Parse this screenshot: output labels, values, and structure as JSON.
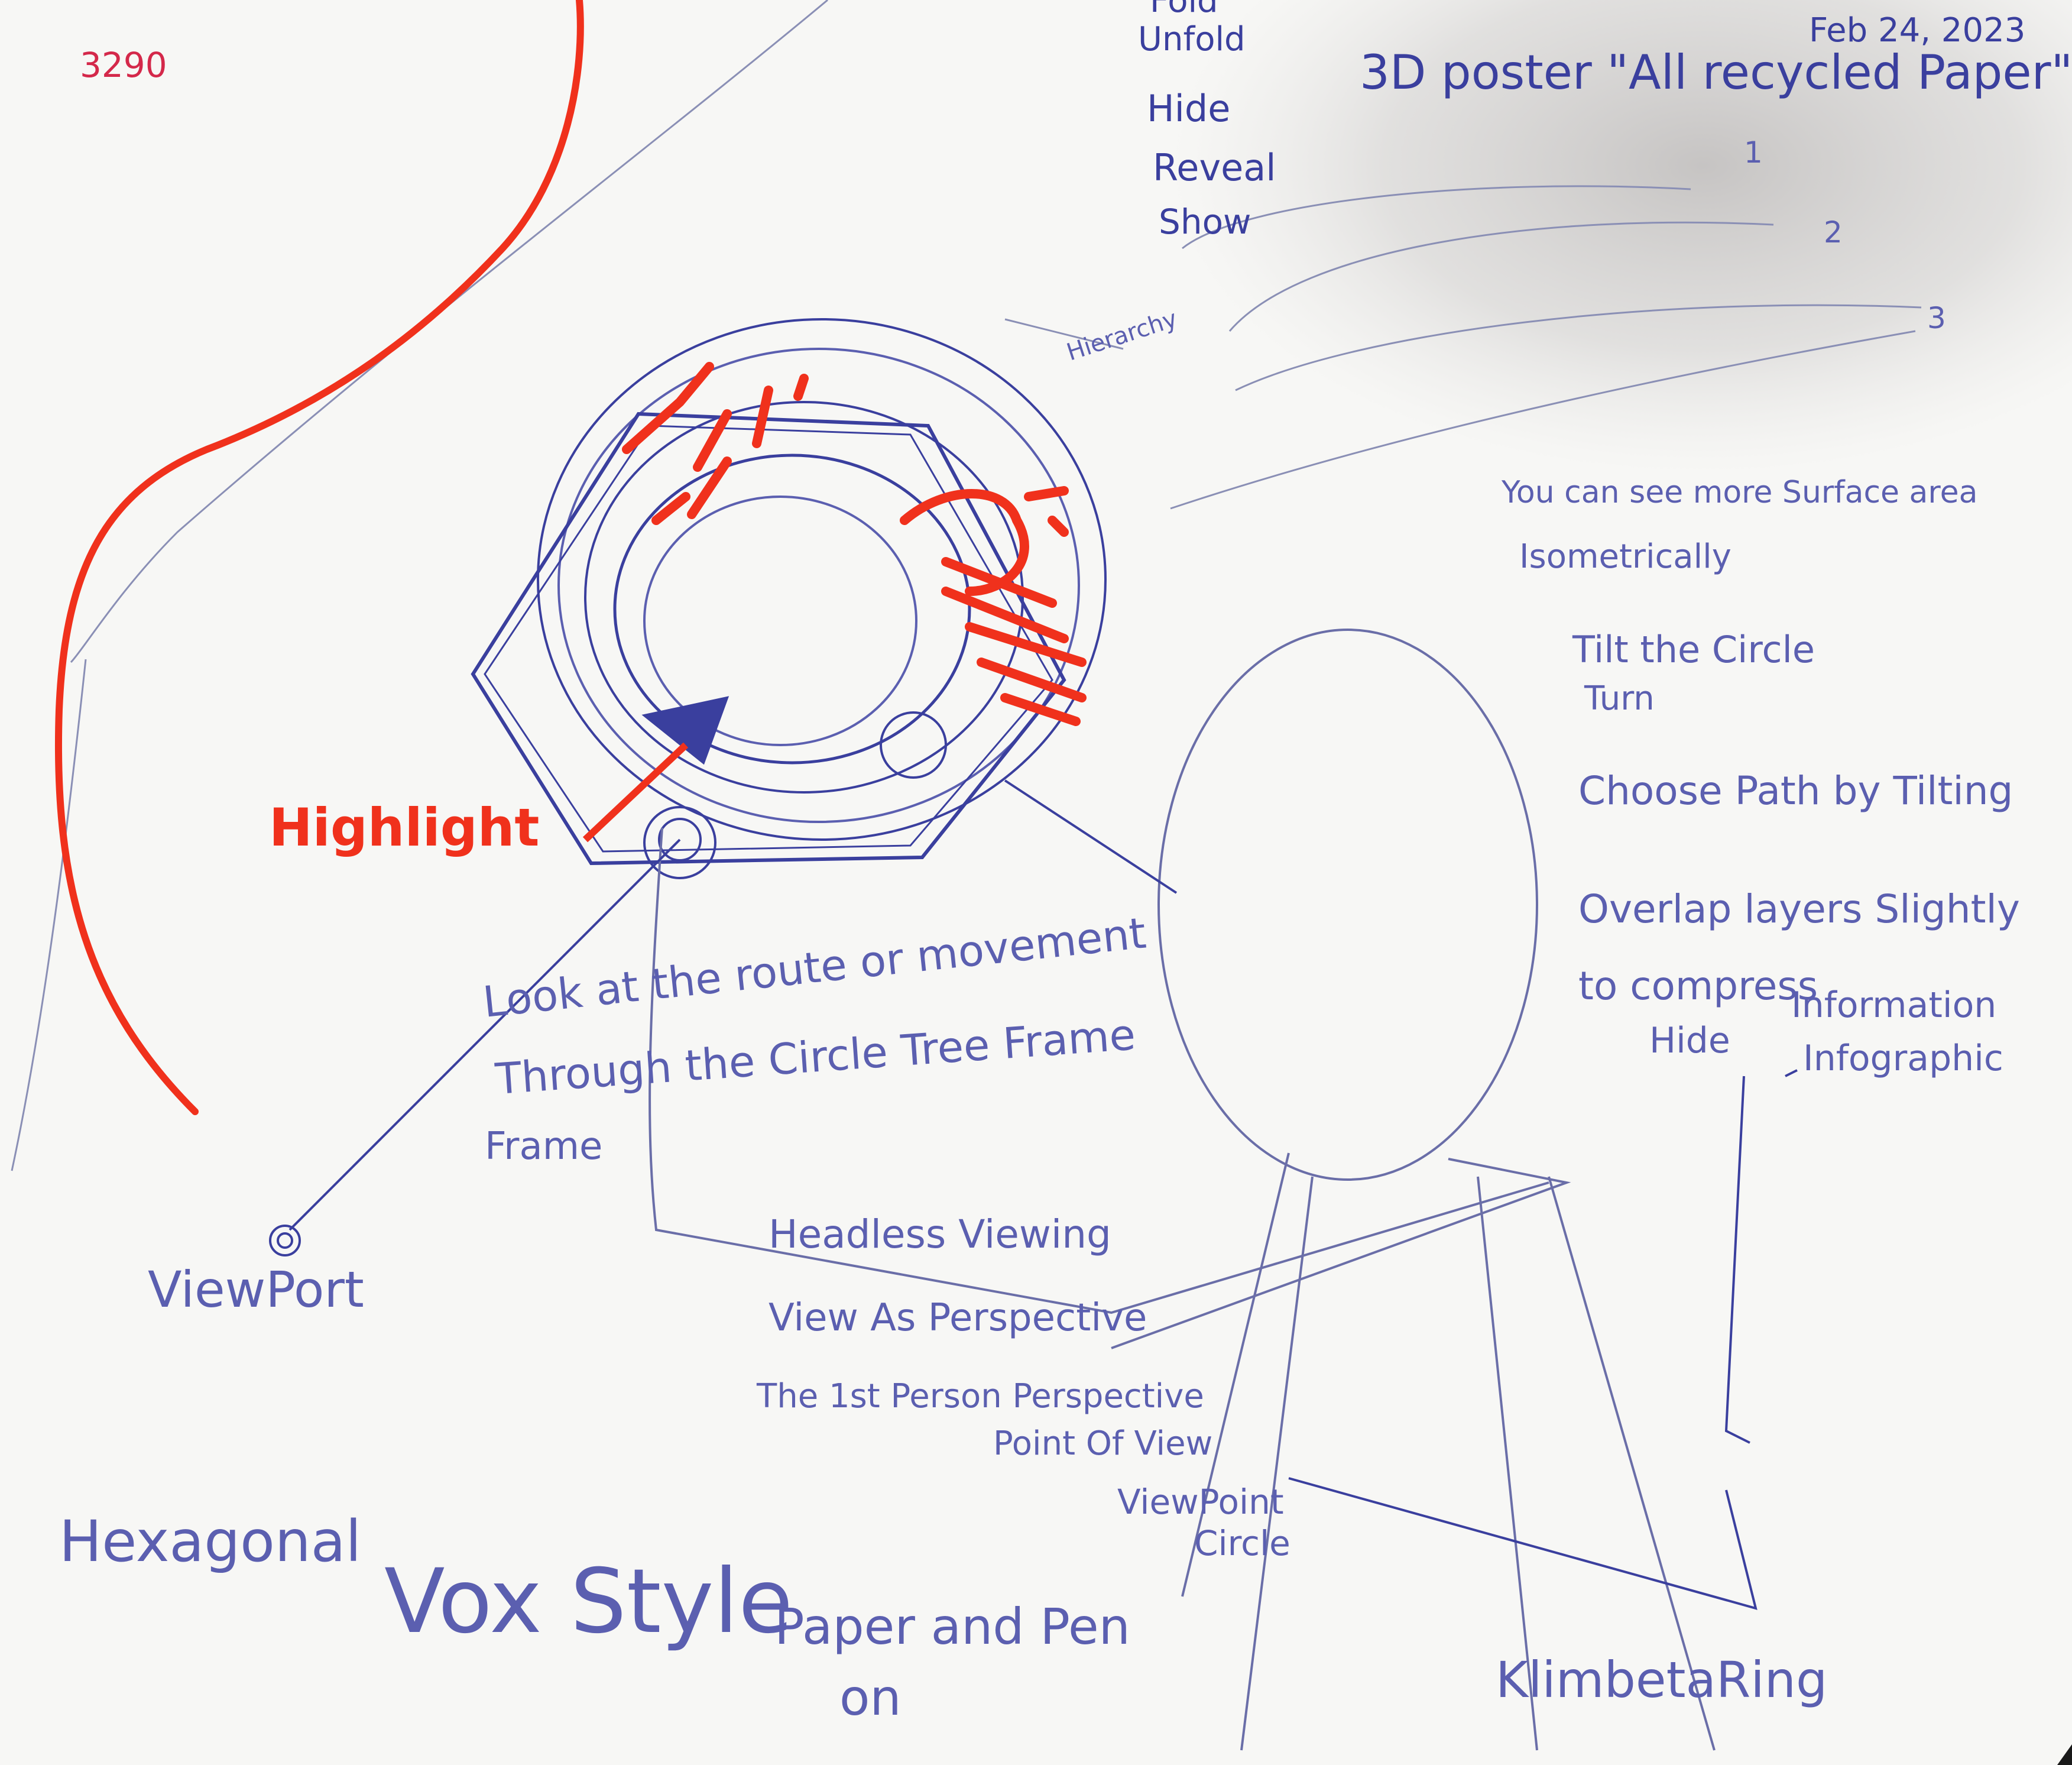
{
  "sheet": {
    "page_number": "3290",
    "date": "Feb 24, 2023",
    "title": "3D poster \"All recycled Paper\"",
    "list_marks": [
      "1",
      "2",
      "3"
    ],
    "verbs": [
      "Fold",
      "Unfold",
      "Hide",
      "Reveal",
      "Show"
    ],
    "hierarchy": "Hierarchy",
    "highlight": "Highlight",
    "notes": {
      "surface_line1": "You can see more Surface area",
      "surface_line2": "Isometrically",
      "tilt_line1": "Tilt the Circle",
      "tilt_line2": "Turn",
      "choose_path": "Choose Path by Tilting",
      "overlap_line1": "Overlap layers Slightly",
      "overlap_line2": "to compress",
      "overlap_line3": "Hide",
      "info_line1": "Information",
      "info_line2": "Infographic",
      "look_line1": "Look at the route or movement",
      "look_line2": "Through the Circle Tree Frame",
      "look_line3": "Frame",
      "viewport": "ViewPort",
      "headless": "Headless Viewing",
      "view_as": "View As Perspective",
      "first_person": "The 1st Person Perspective",
      "pov": "Point Of View",
      "viewpoint_line1": "ViewPoint",
      "viewpoint_line2": "Circle",
      "hexagonal": "Hexagonal",
      "vox_style": "Vox Style",
      "paper_pen_line1": "Paper and Pen",
      "paper_pen_line2": "on",
      "ring": "KlimbetaRing"
    }
  },
  "colors": {
    "paper": "#f7f7f5",
    "blue_ink": "#3a3f9e",
    "red_marker": "#f0311c",
    "pink_pen": "#d4284a",
    "grey_pencil": "#8a8fb5"
  }
}
